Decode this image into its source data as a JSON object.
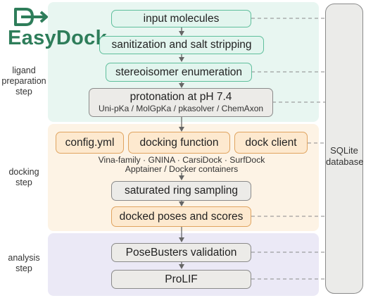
{
  "logo": {
    "text": "EasyDock",
    "color": "#2e7d5a"
  },
  "colors": {
    "ligand_band": "#e8f6f1",
    "docking_band": "#fdf3e5",
    "analysis_band": "#ebe9f6",
    "green_box": "#e2f5ee",
    "orange_box": "#fde9cf",
    "grey_box": "#ecebe8"
  },
  "steps": {
    "ligand": {
      "label_line1": "ligand",
      "label_line2": "preparation",
      "label_line3": "step"
    },
    "docking": {
      "label_line1": "docking",
      "label_line2": "step"
    },
    "analysis": {
      "label_line1": "analysis",
      "label_line2": "step"
    }
  },
  "boxes": {
    "input_molecules": "input molecules",
    "sanitization": "sanitization and salt stripping",
    "stereoisomer": "stereoisomer enumeration",
    "protonation": "protonation at pH 7.4",
    "protonation_tools": "Uni-pKa / MolGpKa / pkasolver / ChemAxon",
    "config": "config.yml",
    "docking_function": "docking function",
    "dock_client": "dock client",
    "docking_programs": "Vina-family · GNINA · CarsiDock · SurfDock",
    "containers": "Apptainer / Docker containers",
    "ring_sampling": "saturated ring sampling",
    "docked_poses": "docked poses and scores",
    "posebusters": "PoseBusters validation",
    "prolif": "ProLIF"
  },
  "database": {
    "line1": "SQLite",
    "line2": "database"
  }
}
